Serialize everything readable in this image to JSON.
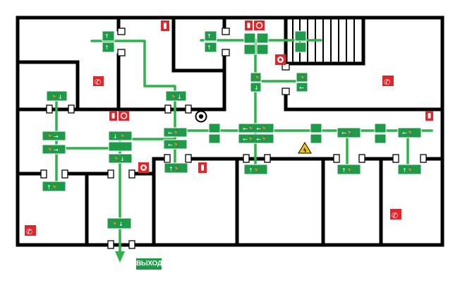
{
  "exit_label": "ВЫХОД",
  "colors": {
    "wall": "#000000",
    "route": "#2db34a",
    "sign": "#1e9a48",
    "fire": "#e3242b",
    "hazard": "#f5c400",
    "door": "#ffffff"
  },
  "icons": {
    "exit_sign": "running-man-arrow-sign",
    "phone": "fire-phone-icon",
    "extinguisher": "fire-extinguisher-icon",
    "hose": "fire-hose-icon",
    "alarm": "fire-alarm-button-icon",
    "you_are_here": "you-are-here-icon",
    "hazard": "electrical-hazard-icon",
    "stairs": "stairs"
  }
}
